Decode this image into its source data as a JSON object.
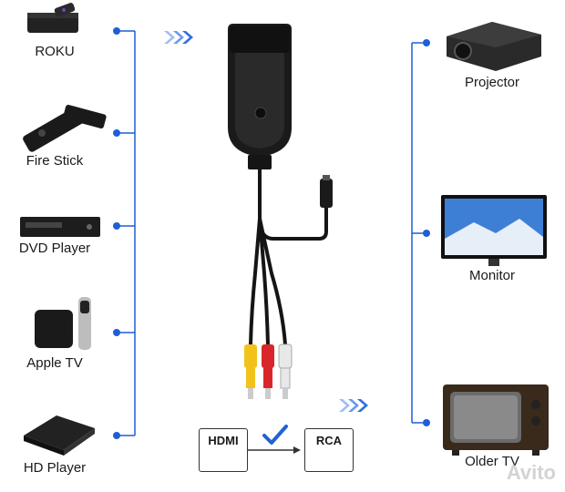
{
  "sources": [
    {
      "label": "ROKU",
      "icon": "roku-device-icon"
    },
    {
      "label": "Fire Stick",
      "icon": "fire-stick-remote-icon"
    },
    {
      "label": "DVD Player",
      "icon": "dvd-player-icon"
    },
    {
      "label": "Apple TV",
      "icon": "apple-tv-icon"
    },
    {
      "label": "HD Player",
      "icon": "hd-player-icon"
    }
  ],
  "outputs": [
    {
      "label": "Projector",
      "icon": "projector-icon"
    },
    {
      "label": "Monitor",
      "icon": "monitor-icon"
    },
    {
      "label": "Older TV",
      "icon": "older-tv-icon"
    }
  ],
  "conversion": {
    "from_label": "HDMI",
    "to_label": "RCA"
  },
  "watermark": "Avito",
  "colors": {
    "connector_line": "#1e5fd8",
    "arrow": "#2f6fe0",
    "check": "#1e63d6",
    "rca_yellow": "#f2c21b",
    "rca_red": "#d9262b",
    "rca_white": "#e8e8e8"
  }
}
